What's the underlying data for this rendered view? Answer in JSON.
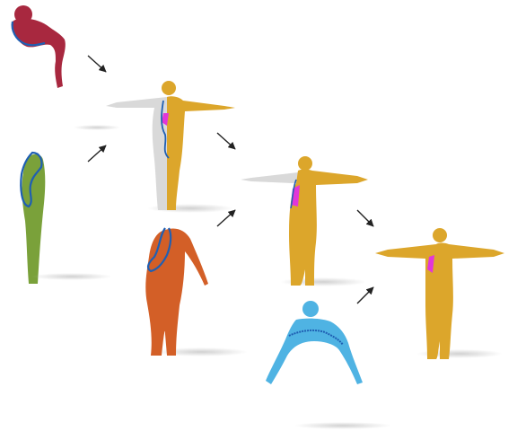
{
  "figure": {
    "colors": {
      "crimson_part": "#a8283f",
      "green_part": "#7aa13a",
      "orange_part": "#d35f27",
      "blue_part": "#4fb3e3",
      "assembled_gold": "#dca62b",
      "unfilled_gray": "#d9d9d9",
      "seam_magenta": "#e236d8",
      "boundary_outline": "#1f5fb3",
      "arrow": "#222222"
    },
    "stages": [
      {
        "id": "stage-1",
        "added_parts": [
          "crimson_part",
          "green_part"
        ]
      },
      {
        "id": "stage-2",
        "added_parts": [
          "orange_part"
        ]
      },
      {
        "id": "stage-3",
        "added_parts": [
          "blue_part"
        ]
      }
    ]
  }
}
